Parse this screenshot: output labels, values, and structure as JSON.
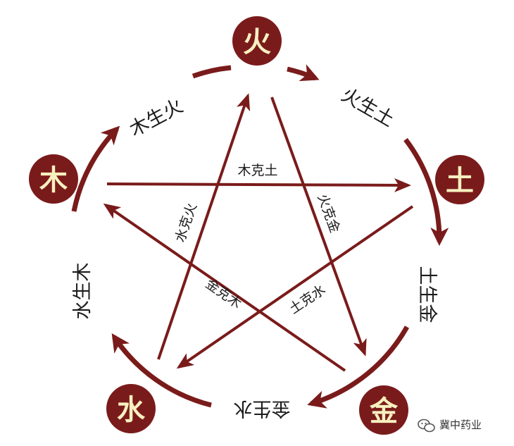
{
  "colors": {
    "accent": "#7a1b1b",
    "element_text": "#f7f0c0",
    "label_text": "#1c1c1c"
  },
  "elements": {
    "fire": "火",
    "earth": "土",
    "metal": "金",
    "water": "水",
    "wood": "木"
  },
  "generating": {
    "wood_fire": "木生火",
    "fire_earth": "火生土",
    "earth_metal": "土生金",
    "metal_water": "金生水",
    "water_wood": "水生木"
  },
  "controlling": {
    "wood_earth": "木克土",
    "fire_metal": "火克金",
    "earth_water": "土克水",
    "metal_wood": "金克木",
    "water_fire": "水克火"
  },
  "watermark": {
    "text": "冀中药业",
    "icon": "wechat-logo-icon"
  }
}
